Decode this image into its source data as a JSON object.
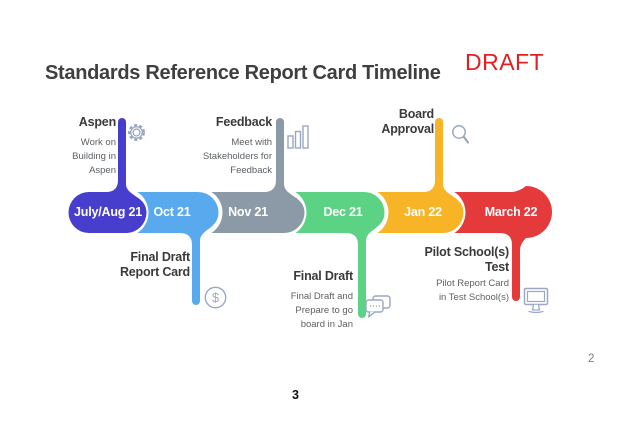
{
  "slide": {
    "title": "Standards Reference Report Card Timeline",
    "watermark": "DRAFT",
    "page_corner": "2",
    "page_footer": "3"
  },
  "palette": {
    "title_color": "#3f3f41",
    "watermark_color": "#e02020",
    "band_text_color": "#ffffff",
    "callout_title_color": "#3a3a3c",
    "callout_text_color": "#5c6063",
    "icon_stroke": "#9aa8c2"
  },
  "timeline": {
    "segments": [
      {
        "label": "July/Aug 21",
        "color": "#473ecd",
        "connector": "up",
        "callout": {
          "title_lines": [
            "Aspen"
          ],
          "text_lines": [
            "Work on",
            "Building in",
            "Aspen"
          ],
          "icon": "gear-icon"
        }
      },
      {
        "label": "Oct 21",
        "color": "#58a9ee",
        "connector": "down",
        "callout": {
          "title_lines": [
            "Final Draft",
            "Report Card"
          ],
          "text_lines": [],
          "icon": "dollar-icon"
        }
      },
      {
        "label": "Nov 21",
        "color": "#8c99a6",
        "connector": "up",
        "callout": {
          "title_lines": [
            "Feedback"
          ],
          "text_lines": [
            "Meet with",
            "Stakeholders for",
            "Feedback"
          ],
          "icon": "bar-chart-icon"
        }
      },
      {
        "label": "Dec 21",
        "color": "#5cd384",
        "connector": "down",
        "callout": {
          "title_lines": [
            "Final Draft"
          ],
          "text_lines": [
            "Final Draft and",
            "Prepare to go",
            "board in Jan"
          ],
          "icon": "chat-icon"
        }
      },
      {
        "label": "Jan 22",
        "color": "#f6b426",
        "connector": "up",
        "callout": {
          "title_lines": [
            "Board",
            "Approval"
          ],
          "text_lines": [],
          "icon": "magnifier-icon"
        }
      },
      {
        "label": "March 22",
        "color": "#e53a3c",
        "connector": "down",
        "callout": {
          "title_lines": [
            "Pilot School(s)",
            "Test"
          ],
          "text_lines": [
            "Pilot Report Card",
            "in Test School(s)"
          ],
          "icon": "monitor-icon"
        }
      }
    ],
    "dollar_glyph": "$"
  }
}
